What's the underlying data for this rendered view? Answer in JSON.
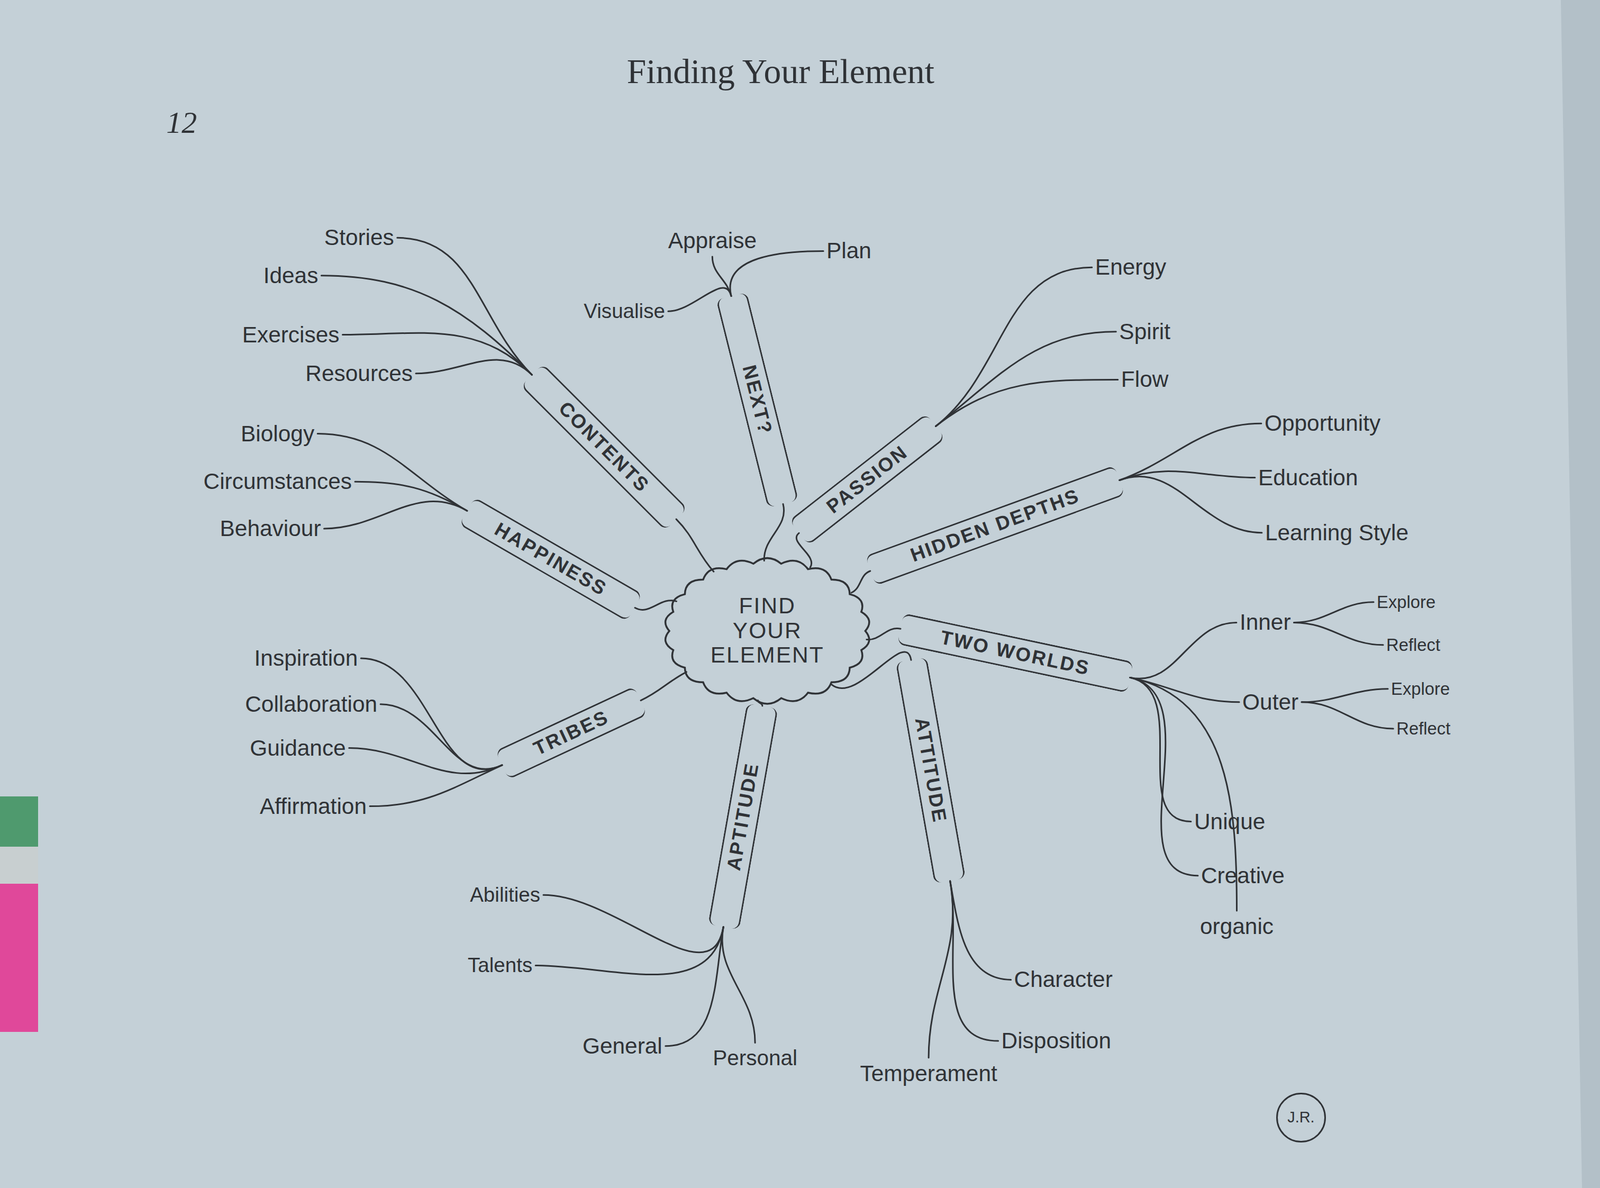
{
  "diagram": {
    "title": "Finding Your Element",
    "nodes": [
      {
        "text": [
          "FIND YOUR ELEMENT"
        ]
      },
      {
        "text": [
          "CONTENTS"
        ]
      },
      {
        "text": [
          "Stories"
        ]
      },
      {
        "text": [
          "Ideas"
        ]
      },
      {
        "text": [
          "Exercises"
        ]
      },
      {
        "text": [
          "Resources"
        ]
      },
      {
        "text": [
          "NEXT?"
        ]
      },
      {
        "text": [
          "Appraise"
        ]
      },
      {
        "text": [
          "Plan"
        ]
      },
      {
        "text": [
          "Visualise"
        ]
      },
      {
        "text": [
          "PASSION"
        ]
      },
      {
        "text": [
          "Energy"
        ]
      },
      {
        "text": [
          "Spirit"
        ]
      },
      {
        "text": [
          "Flow"
        ]
      },
      {
        "text": [
          "HIDDEN DEPTHS"
        ]
      },
      {
        "text": [
          "Opportunity"
        ]
      },
      {
        "text": [
          "Education"
        ]
      },
      {
        "text": [
          "Learning Style"
        ]
      },
      {
        "text": [
          "TWO WORLDS"
        ]
      },
      {
        "text": [
          "Inner"
        ]
      },
      {
        "text": [
          "Explore"
        ]
      },
      {
        "text": [
          "Reflect"
        ]
      },
      {
        "text": [
          "Outer"
        ]
      },
      {
        "text": [
          "Explore"
        ]
      },
      {
        "text": [
          "Reflect"
        ]
      },
      {
        "text": [
          "Unique"
        ]
      },
      {
        "text": [
          "Creative"
        ]
      },
      {
        "text": [
          "organic"
        ]
      },
      {
        "text": [
          "ATTITUDE"
        ]
      },
      {
        "text": [
          "Character"
        ]
      },
      {
        "text": [
          "Disposition"
        ]
      },
      {
        "text": [
          "Temperament"
        ]
      },
      {
        "text": [
          "APTITUDE"
        ]
      },
      {
        "text": [
          "Abilities"
        ]
      },
      {
        "text": [
          "Talents"
        ]
      },
      {
        "text": [
          "General"
        ]
      },
      {
        "text": [
          "Personal"
        ]
      },
      {
        "text": [
          "TRIBES"
        ]
      },
      {
        "text": [
          "Inspiration"
        ]
      },
      {
        "text": [
          "Collaboration"
        ]
      },
      {
        "text": [
          "Guidance"
        ]
      },
      {
        "text": [
          "Affirmation"
        ]
      },
      {
        "text": [
          "HAPPINESS"
        ]
      },
      {
        "text": [
          "Biology"
        ]
      },
      {
        "text": [
          "Circumstances"
        ]
      },
      {
        "text": [
          "Behaviour"
        ]
      },
      {
        "text": [
          "J.R."
        ]
      }
    ],
    "edges": [
      {
        "from": 0,
        "to": 1,
        "arrow": "none"
      },
      {
        "from": 1,
        "to": 2,
        "arrow": "none"
      },
      {
        "from": 1,
        "to": 3,
        "arrow": "none"
      },
      {
        "from": 1,
        "to": 4,
        "arrow": "none"
      },
      {
        "from": 1,
        "to": 5,
        "arrow": "none"
      },
      {
        "from": 0,
        "to": 6,
        "arrow": "none"
      },
      {
        "from": 6,
        "to": 7,
        "arrow": "none"
      },
      {
        "from": 6,
        "to": 8,
        "arrow": "none"
      },
      {
        "from": 6,
        "to": 9,
        "arrow": "none"
      },
      {
        "from": 0,
        "to": 10,
        "arrow": "none"
      },
      {
        "from": 10,
        "to": 11,
        "arrow": "none"
      },
      {
        "from": 10,
        "to": 12,
        "arrow": "none"
      },
      {
        "from": 10,
        "to": 13,
        "arrow": "none"
      },
      {
        "from": 0,
        "to": 14,
        "arrow": "none"
      },
      {
        "from": 14,
        "to": 15,
        "arrow": "none"
      },
      {
        "from": 14,
        "to": 16,
        "arrow": "none"
      },
      {
        "from": 14,
        "to": 17,
        "arrow": "none"
      },
      {
        "from": 0,
        "to": 18,
        "arrow": "none"
      },
      {
        "from": 18,
        "to": 19,
        "arrow": "none"
      },
      {
        "from": 19,
        "to": 20,
        "arrow": "none"
      },
      {
        "from": 19,
        "to": 21,
        "arrow": "none"
      },
      {
        "from": 18,
        "to": 22,
        "arrow": "none"
      },
      {
        "from": 22,
        "to": 23,
        "arrow": "none"
      },
      {
        "from": 22,
        "to": 24,
        "arrow": "none"
      },
      {
        "from": 18,
        "to": 25,
        "arrow": "none"
      },
      {
        "from": 18,
        "to": 26,
        "arrow": "none"
      },
      {
        "from": 18,
        "to": 27,
        "arrow": "none"
      },
      {
        "from": 0,
        "to": 28,
        "arrow": "none"
      },
      {
        "from": 28,
        "to": 29,
        "arrow": "none"
      },
      {
        "from": 28,
        "to": 30,
        "arrow": "none"
      },
      {
        "from": 28,
        "to": 31,
        "arrow": "none"
      },
      {
        "from": 0,
        "to": 32,
        "arrow": "none"
      },
      {
        "from": 32,
        "to": 33,
        "arrow": "none"
      },
      {
        "from": 32,
        "to": 34,
        "arrow": "none"
      },
      {
        "from": 32,
        "to": 35,
        "arrow": "none"
      },
      {
        "from": 32,
        "to": 36,
        "arrow": "none"
      },
      {
        "from": 0,
        "to": 37,
        "arrow": "none"
      },
      {
        "from": 37,
        "to": 38,
        "arrow": "none"
      },
      {
        "from": 37,
        "to": 39,
        "arrow": "none"
      },
      {
        "from": 37,
        "to": 40,
        "arrow": "none"
      },
      {
        "from": 37,
        "to": 41,
        "arrow": "none"
      },
      {
        "from": 0,
        "to": 42,
        "arrow": "none"
      },
      {
        "from": 42,
        "to": 43,
        "arrow": "none"
      },
      {
        "from": 42,
        "to": 44,
        "arrow": "none"
      },
      {
        "from": 42,
        "to": 45,
        "arrow": "none"
      }
    ],
    "labels": [
      "12"
    ]
  }
}
